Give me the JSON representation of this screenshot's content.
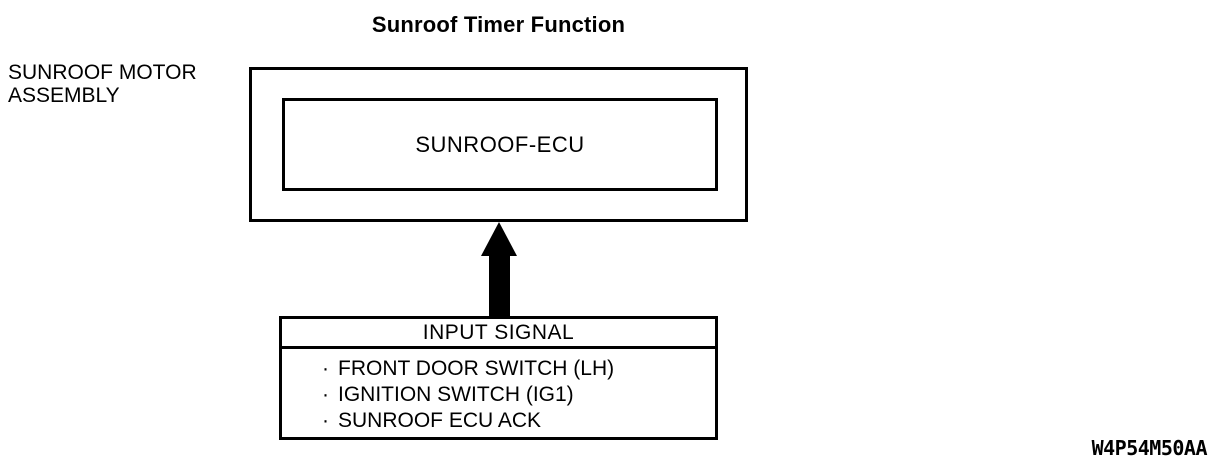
{
  "title": "Sunroof Timer Function",
  "motor_assembly": {
    "label_line1": "SUNROOF MOTOR",
    "label_line2": "ASSEMBLY"
  },
  "ecu": {
    "label": "SUNROOF-ECU"
  },
  "input_signal": {
    "header": "INPUT SIGNAL",
    "bullet": "·",
    "items": [
      "FRONT DOOR SWITCH (LH)",
      "IGNITION SWITCH (IG1)",
      "SUNROOF ECU ACK"
    ]
  },
  "figure_code": "W4P54M50AA",
  "colors": {
    "line": "#000000",
    "background": "#ffffff",
    "text": "#000000"
  }
}
